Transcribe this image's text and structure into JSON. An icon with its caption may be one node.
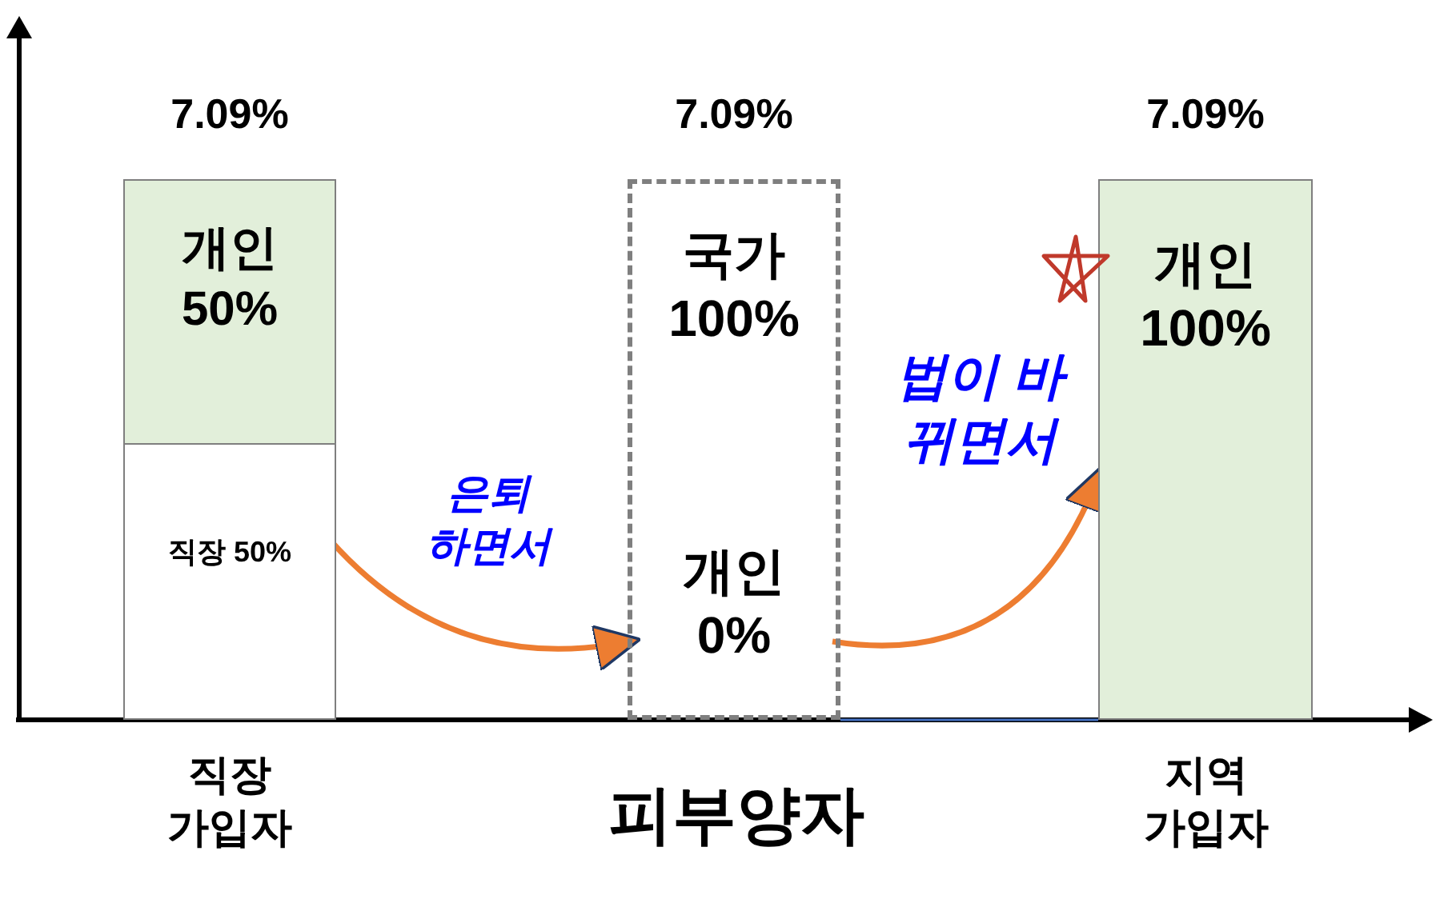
{
  "diagram": {
    "nodes": [
      {
        "text": [],
        "shape": "bar",
        "beside": [
          "7.09%",
          "직장 가입자"
        ]
      },
      {
        "text": [
          "개인 50%"
        ],
        "in": 0
      },
      {
        "text": [
          "직장 50%"
        ],
        "in": 0
      },
      {
        "text": [],
        "shape": "box",
        "beside": [
          "7.09%",
          "피부양자"
        ]
      },
      {
        "text": [
          "국가 100%"
        ],
        "in": 3
      },
      {
        "text": [
          "개인 0%"
        ],
        "in": 3
      },
      {
        "text": [
          "개인 100%"
        ],
        "beside": [
          "7.09%",
          "지역 가입자"
        ]
      }
    ],
    "edges": [
      {
        "from": 1,
        "to": 5,
        "arrow": "to",
        "label": "은퇴 하면서",
        "color": "#ed7d31"
      },
      {
        "from": 5,
        "to": 6,
        "arrow": "to",
        "label": "법이 바뀌면서",
        "color": "#ed7d31"
      },
      {
        "from": 3,
        "to": 6,
        "arrow": "none",
        "color": "#4472c4"
      }
    ]
  }
}
